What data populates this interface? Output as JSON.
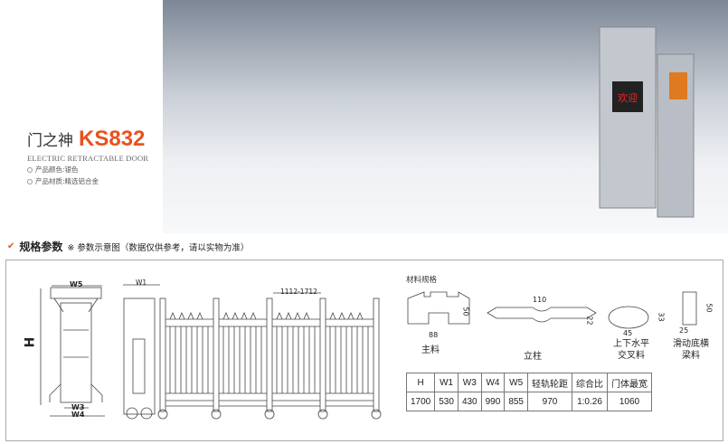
{
  "brand": {
    "name_cn": "门之神",
    "model": "KS832",
    "subtitle": "ELECTRIC RETRACTABLE DOOR",
    "specs": [
      "产品颜色:银色",
      "产品材质:精选铝合金"
    ]
  },
  "photo": {
    "display_text": "欢迎"
  },
  "section": {
    "title": "规格参数",
    "note": "※ 参数示意图（数据仅供参考，请以实物为准）"
  },
  "drawing": {
    "w5": "W5",
    "h": "H",
    "w3": "W3",
    "w4": "W4",
    "w1": "W1",
    "span": "1112-1712"
  },
  "materials": {
    "title": "材料规格",
    "items": [
      {
        "name": "主料",
        "dims": [
          "50",
          "88"
        ]
      },
      {
        "name": "立柱",
        "dims": [
          "110",
          "22"
        ]
      },
      {
        "name": "上下水平交叉料",
        "dims": [
          "33",
          "45"
        ]
      },
      {
        "name": "滑动底横梁料",
        "dims": [
          "50",
          "25"
        ]
      }
    ]
  },
  "table": {
    "headers": [
      "H",
      "W1",
      "W3",
      "W4",
      "W5",
      "轻轨轮距",
      "综合比",
      "门体最宽"
    ],
    "values": [
      "1700",
      "530",
      "430",
      "990",
      "855",
      "970",
      "1:0.26",
      "1060"
    ]
  },
  "colors": {
    "accent": "#e8521f"
  }
}
